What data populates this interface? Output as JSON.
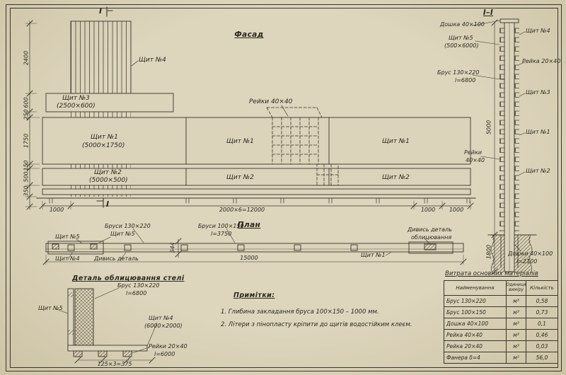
{
  "colors": {
    "paper": "#dbd3ba",
    "ink": "#3a352c"
  },
  "facade": {
    "title": "Фасад",
    "section_mark_top": "I",
    "section_mark_bottom": "I",
    "shield4": "Щит №4",
    "shield3": "Щит №3",
    "shield3_size": "(2500×600)",
    "rails_label": "Рейки 40×40",
    "shield1": "Щит №1",
    "shield1_size": "(5000×1750)",
    "shield1_mid": "Щит №1",
    "shield1_right": "Щит №1",
    "shield2": "Щит №2",
    "shield2_size": "(5000×500)",
    "shield2_mid": "Щит №2",
    "shield2_right": "Щит №2",
    "dims_left": {
      "d1": "2400",
      "d2": "600",
      "d3": "250",
      "d4": "1750",
      "d5": "150",
      "d6": "500",
      "d7": "350"
    },
    "dims_bottom": {
      "b1": "1000",
      "b2": "2000×6=12000",
      "b3": "1000",
      "b4": "1000"
    }
  },
  "section": {
    "title": "I–I",
    "board_top": "Дошка 40×100",
    "shield5": "Щит №5",
    "shield5_size": "(500×6000)",
    "shield4": "Щит №4",
    "rail_20_40": "Рейка 20×40",
    "beam": "Брус 130×220",
    "beam_len": "l=6800",
    "shield3": "Щит №3",
    "shield1": "Щит №1",
    "rails1": "Рейки",
    "rails2": "40×40",
    "shield2": "Щит №2",
    "dim_height": "5000",
    "dim_depth": "1800",
    "boards_bottom": "Дошки 40×100",
    "boards_len": "l=2100"
  },
  "plan": {
    "title": "План",
    "shield5_left": "Щит №5",
    "beams_130": "Бруси 130×220",
    "shield5_top": "Щит №5",
    "beams_100": "Бруси 100×150",
    "beams_100_len": "l=3750",
    "see_detail_cladding1": "Дивись деталь",
    "see_detail_cladding2": "облицювання",
    "shield4": "Щит №4",
    "see_detail": "Дивись деталь",
    "shield1": "Щит №1",
    "dim_width": "544",
    "dim_total": "15000"
  },
  "detail": {
    "title": "Деталь облицювання стелі",
    "shield5": "Щит №5",
    "beam": "Брус 130×220",
    "beam_len": "l=6800",
    "shield4": "Щит №4",
    "shield4_size": "(6000×2000)",
    "rails": "Рейки 20×40",
    "rails_len": "l=6000",
    "dim": "125×3=375"
  },
  "notes": {
    "title": "Примітки:",
    "item1": "1. Глибина закладання бруса 100×150 – 1000 мм.",
    "item2": "2. Літери з пінопласту кріпити до щитів водостійким клеєм."
  },
  "table": {
    "title": "Витрата основних матеріалів",
    "col_name": "Найменування",
    "col_unit1": "Одиниця",
    "col_unit2": "виміру",
    "col_qty": "Кількість",
    "rows": [
      {
        "name": "Брус 130×220",
        "unit": "м³",
        "qty": "0,58"
      },
      {
        "name": "Брус 100×150",
        "unit": "м³",
        "qty": "0,73"
      },
      {
        "name": "Дошка 40×100",
        "unit": "м³",
        "qty": "0,1"
      },
      {
        "name": "Рейка 40×40",
        "unit": "м³",
        "qty": "0,46"
      },
      {
        "name": "Рейка 20×40",
        "unit": "м³",
        "qty": "0,03"
      },
      {
        "name": "Фанера δ=4",
        "unit": "м²",
        "qty": "56,0"
      }
    ]
  }
}
